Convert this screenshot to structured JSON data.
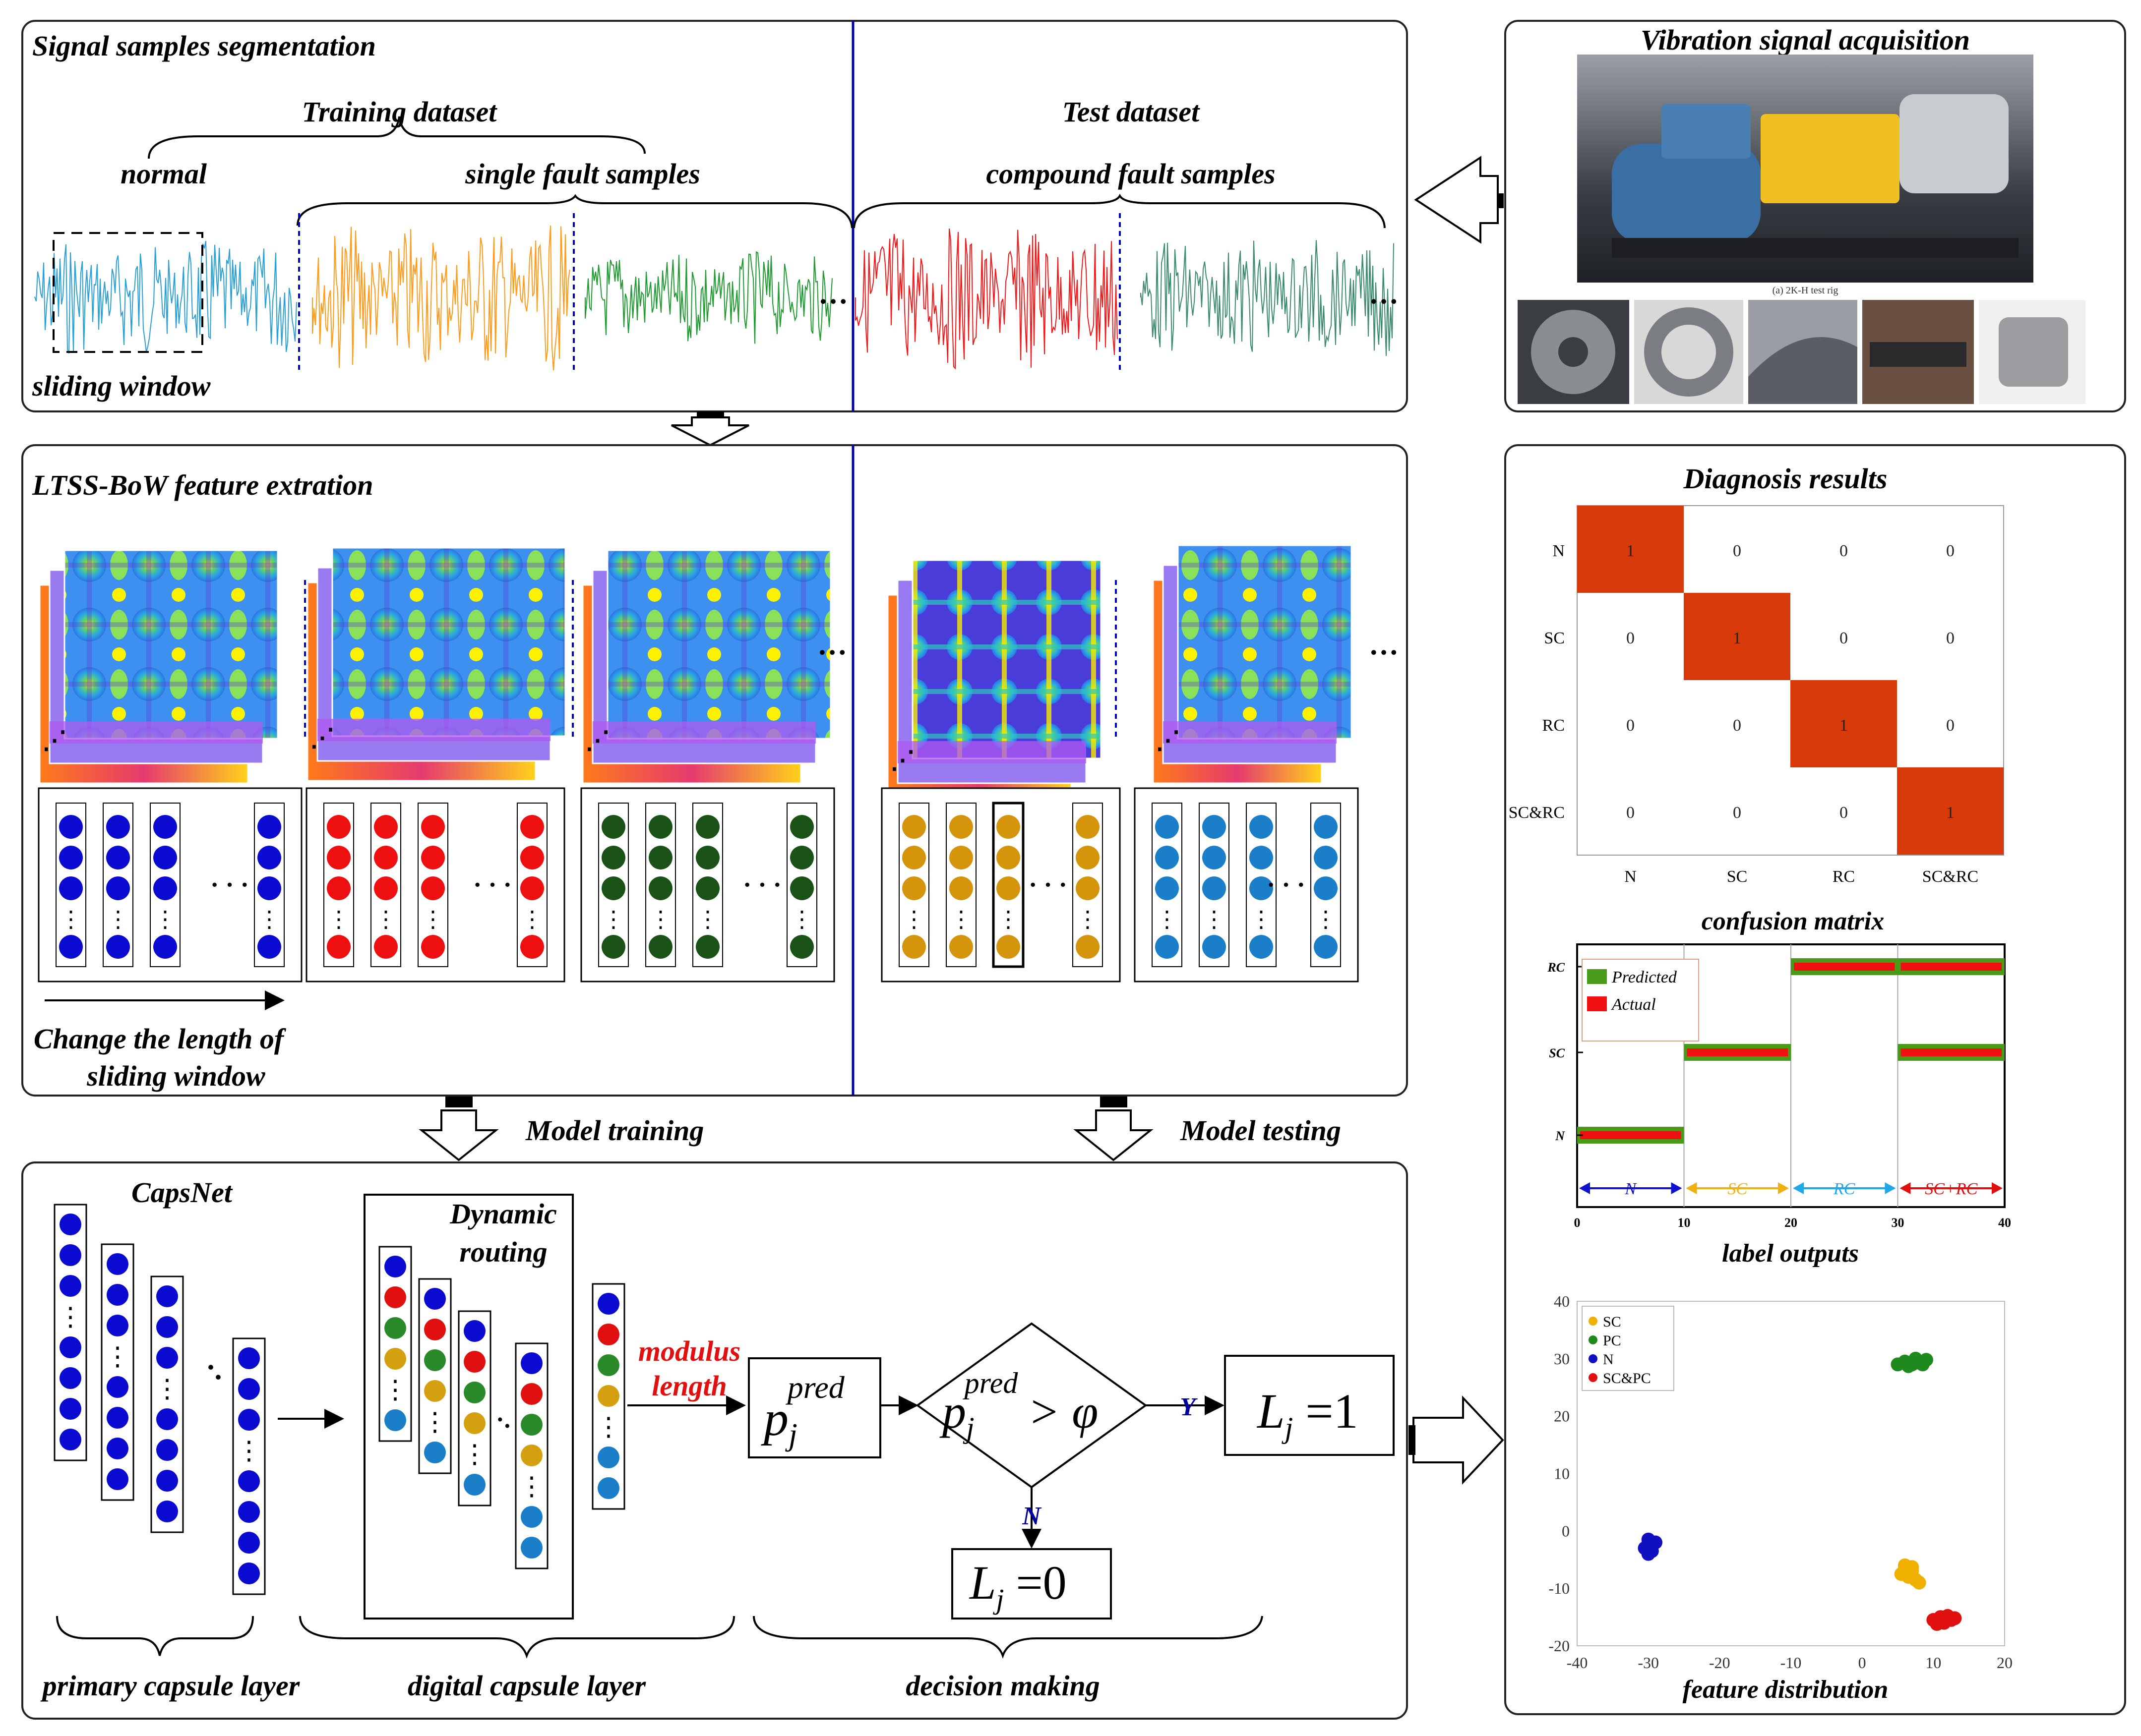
{
  "panels": {
    "segmentation": {
      "title": "Signal samples segmentation",
      "training": "Training dataset",
      "test": "Test dataset",
      "normal": "normal",
      "single": "single fault samples",
      "compound": "compound fault samples",
      "window": "sliding window"
    },
    "acquisition": {
      "title": "Vibration signal acquisition",
      "caption": "(a) 2K-H test rig"
    },
    "features": {
      "title": "LTSS-BoW feature extration",
      "change_1": "Change the length of",
      "change_2": "sliding window"
    },
    "flow": {
      "training": "Model training",
      "testing": "Model testing"
    },
    "capsnet": {
      "title": "CapsNet",
      "routing_1": "Dynamic",
      "routing_2": "routing",
      "modulus_1": "modulus",
      "modulus_2": "length",
      "yes": "Y",
      "no": "N",
      "layer_primary": "primary capsule layer",
      "layer_digital": "digital capsule layer",
      "layer_decision": "decision making"
    }
  },
  "results": {
    "title": "Diagnosis results",
    "confusion": {
      "caption": "confusion matrix",
      "labels": [
        "N",
        "SC",
        "RC",
        "SC&RC"
      ],
      "matrix": [
        [
          1,
          0,
          0,
          0
        ],
        [
          0,
          1,
          0,
          0
        ],
        [
          0,
          0,
          1,
          0
        ],
        [
          0,
          0,
          0,
          1
        ]
      ],
      "cell_color": "#d83a0c"
    },
    "labels": {
      "caption": "label outputs",
      "y_labels": [
        "RC",
        "SC",
        "N"
      ],
      "x_ticks": [
        "0",
        "10",
        "20",
        "30",
        "40"
      ],
      "legend": [
        "Predicted",
        "Actual"
      ],
      "regions": [
        "N",
        "SC",
        "RC",
        "SC+RC"
      ]
    },
    "scatter": {
      "caption": "feature distribution",
      "legend": [
        "SC",
        "PC",
        "N",
        "SC&PC"
      ],
      "x_ticks": [
        "-40",
        "-30",
        "-20",
        "-10",
        "0",
        "10",
        "20"
      ],
      "y_ticks": [
        "40",
        "30",
        "20",
        "10",
        "0",
        "-10",
        "-20"
      ]
    }
  },
  "chart_data": [
    {
      "type": "heatmap",
      "title": "",
      "caption": "confusion matrix",
      "rows": [
        "N",
        "SC",
        "RC",
        "SC&RC"
      ],
      "columns": [
        "N",
        "SC",
        "RC",
        "SC&RC"
      ],
      "values": [
        [
          1,
          0,
          0,
          0
        ],
        [
          0,
          1,
          0,
          0
        ],
        [
          0,
          0,
          1,
          0
        ],
        [
          0,
          0,
          0,
          1
        ]
      ]
    },
    {
      "type": "line",
      "caption": "label outputs",
      "xlim": [
        0,
        40
      ],
      "y_categories": [
        "N",
        "SC",
        "RC"
      ],
      "series": [
        {
          "name": "Predicted",
          "segments": [
            {
              "x": [
                0,
                10
              ],
              "y": "N"
            },
            {
              "x": [
                10,
                20
              ],
              "y": "SC"
            },
            {
              "x": [
                20,
                30
              ],
              "y": "RC"
            },
            {
              "x": [
                30,
                40
              ],
              "y": "RC"
            },
            {
              "x": [
                30,
                40
              ],
              "y": "SC"
            }
          ]
        },
        {
          "name": "Actual",
          "segments": [
            {
              "x": [
                0,
                10
              ],
              "y": "N"
            },
            {
              "x": [
                10,
                20
              ],
              "y": "SC"
            },
            {
              "x": [
                20,
                30
              ],
              "y": "RC"
            },
            {
              "x": [
                30,
                40
              ],
              "y": "RC"
            },
            {
              "x": [
                30,
                40
              ],
              "y": "SC"
            }
          ]
        }
      ],
      "region_labels": [
        "N",
        "SC",
        "RC",
        "SC+RC"
      ]
    },
    {
      "type": "scatter",
      "caption": "feature distribution",
      "xlim": [
        -40,
        20
      ],
      "ylim": [
        -20,
        40
      ],
      "series": [
        {
          "name": "SC",
          "color": "#f0b000",
          "points": [
            [
              6,
              -6.5
            ],
            [
              7,
              -7
            ],
            [
              5.5,
              -7.5
            ],
            [
              6.5,
              -8
            ],
            [
              7.5,
              -8.5
            ],
            [
              8,
              -9
            ],
            [
              6,
              -6
            ],
            [
              7,
              -6.3
            ]
          ]
        },
        {
          "name": "PC",
          "color": "#1e8a1e",
          "points": [
            [
              5,
              29
            ],
            [
              6,
              29.5
            ],
            [
              7,
              29
            ],
            [
              8,
              29.3
            ],
            [
              9,
              29.8
            ],
            [
              6.5,
              28.7
            ],
            [
              8.5,
              29
            ],
            [
              7.5,
              30
            ]
          ]
        },
        {
          "name": "N",
          "color": "#1010c0",
          "points": [
            [
              -30,
              -1.5
            ],
            [
              -29.5,
              -2.5
            ],
            [
              -30.5,
              -3
            ],
            [
              -30,
              -4
            ],
            [
              -29,
              -2
            ],
            [
              -29.5,
              -3.5
            ],
            [
              -30,
              -2.2
            ]
          ]
        },
        {
          "name": "SC&PC",
          "color": "#e01010",
          "points": [
            [
              10,
              -15.5
            ],
            [
              11,
              -15
            ],
            [
              12,
              -14.8
            ],
            [
              13,
              -15.2
            ],
            [
              11.5,
              -16
            ],
            [
              10.5,
              -16.2
            ],
            [
              12.5,
              -15.5
            ],
            [
              11,
              -15.8
            ]
          ]
        }
      ]
    }
  ]
}
